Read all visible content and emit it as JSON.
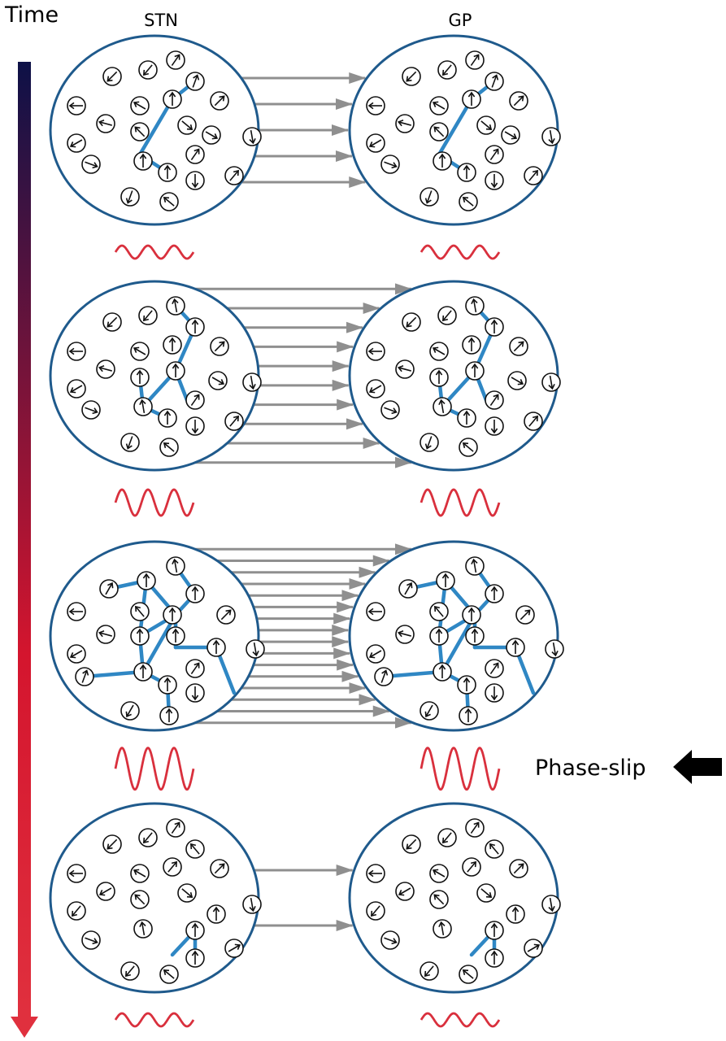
{
  "labels": {
    "time": "Time",
    "left_population": "STN",
    "right_population": "GP",
    "event": "Phase-slip"
  },
  "colors": {
    "population_outline": "#1f5a8c",
    "coupling_edge": "#2f87c4",
    "projection_arrow": "#8f8f8f",
    "oscillation": "#d9303d",
    "time_gradient_start": "#0d1147",
    "time_gradient_mid": "#d4152e",
    "time_gradient_end": "#e0303e",
    "neuron": "#111111",
    "event_arrow": "#000000"
  },
  "icons": {
    "neuron": "circle-with-phase-arrow-icon",
    "event_marker": "left-pointing-block-arrow-icon",
    "time_axis": "downward-gradient-arrow-icon"
  },
  "stages": [
    {
      "stage": 1,
      "projection_count": 5,
      "oscillation_amplitude": 1.0,
      "synchronized_fraction": 0.3
    },
    {
      "stage": 2,
      "projection_count": 10,
      "oscillation_amplitude": 2.0,
      "synchronized_fraction": 0.4
    },
    {
      "stage": 3,
      "projection_count": 16,
      "oscillation_amplitude": 3.2,
      "synchronized_fraction": 0.7,
      "event": "Phase-slip"
    },
    {
      "stage": 4,
      "projection_count": 2,
      "oscillation_amplitude": 1.0,
      "synchronized_fraction": 0.15
    }
  ]
}
